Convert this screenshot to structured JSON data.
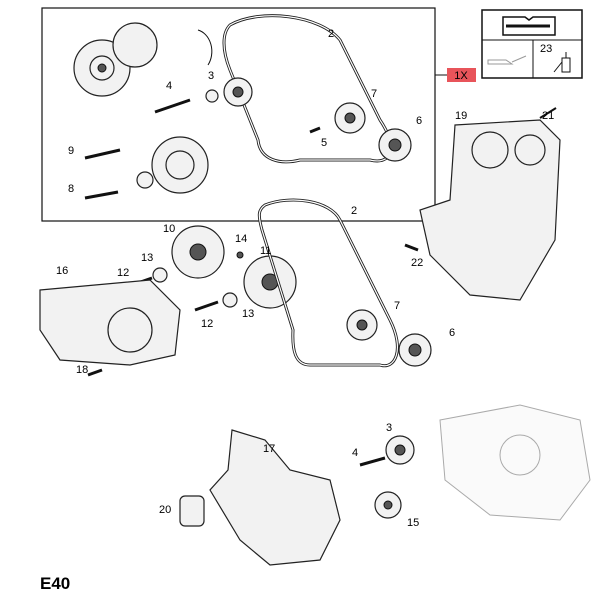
{
  "diagram_code": "E40",
  "quantity_badge": "1X",
  "tool_panel": {
    "icons": [
      "manual-wrench-icon",
      "oil-can-icon",
      "sealant-tube-icon"
    ],
    "sealant_callout": "23"
  },
  "colors": {
    "badge": "#e8545a",
    "lines": "#111111"
  },
  "callouts": {
    "c2a": "2",
    "c3a": "3",
    "c4a": "4",
    "c7a": "7",
    "c6a": "6",
    "c5": "5",
    "c9": "9",
    "c8": "8",
    "c19": "19",
    "c21": "21",
    "c10": "10",
    "c14": "14",
    "c11": "11",
    "c2b": "2",
    "c13a": "13",
    "c12a": "12",
    "c16": "16",
    "c22": "22",
    "c12b": "12",
    "c13b": "13",
    "c7b": "7",
    "c6b": "6",
    "c18": "18",
    "c17": "17",
    "c3b": "3",
    "c4b": "4",
    "c20": "20",
    "c15": "15"
  }
}
